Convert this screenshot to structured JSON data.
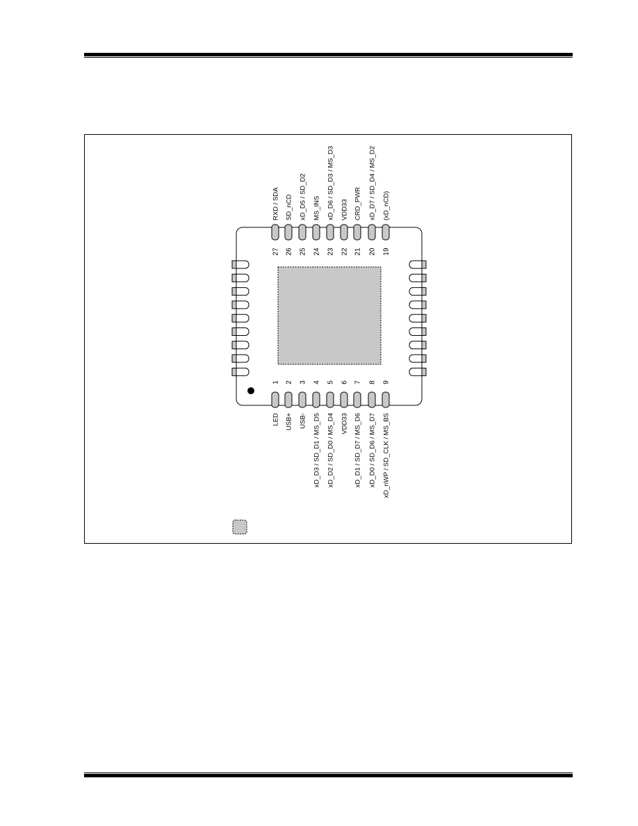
{
  "colors": {
    "pad_fill": "#c8c8c8",
    "line": "#000000",
    "background": "#ffffff"
  },
  "top_pins": [
    {
      "num": "27",
      "label": "RXD / SDA"
    },
    {
      "num": "26",
      "label": "SD_nCD"
    },
    {
      "num": "25",
      "label": "xD_D5 / SD_D2"
    },
    {
      "num": "24",
      "label": "MS_INS"
    },
    {
      "num": "23",
      "label": "xD_D6 / SD_D3 / MS_D3"
    },
    {
      "num": "22",
      "label": "VDD33"
    },
    {
      "num": "21",
      "label": "CRD_PWR"
    },
    {
      "num": "20",
      "label": "xD_D7 / SD_D4 / MS_D2"
    },
    {
      "num": "19",
      "label": "(xD_nCD)"
    }
  ],
  "bottom_pins": [
    {
      "num": "1",
      "label": "LED"
    },
    {
      "num": "2",
      "label": "USB+"
    },
    {
      "num": "3",
      "label": "USB-"
    },
    {
      "num": "4",
      "label": "xD_D3 / SD_D1 / MS_D5"
    },
    {
      "num": "5",
      "label": "xD_D2 / SD_D0 / MS_D4"
    },
    {
      "num": "6",
      "label": "VDD33"
    },
    {
      "num": "7",
      "label": "xD_D1 / SD_D7 / MS_D6"
    },
    {
      "num": "8",
      "label": "xD_D0 / SD_D6 / MS_D7"
    },
    {
      "num": "9",
      "label": "xD_nWP / SD_CLK / MS_BS"
    }
  ],
  "side_pin_count": 9
}
